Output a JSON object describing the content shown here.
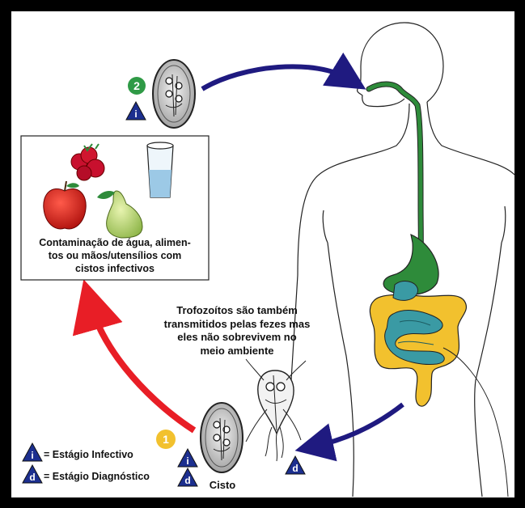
{
  "contamination_box": {
    "line1": "Contaminação de água, alimen-",
    "line2": "tos ou mãos/utensílios com",
    "line3": "cistos infectivos"
  },
  "trophozoite_note": {
    "line1": "Trofozoítos são também",
    "line2": "transmitidos pelas fezes mas",
    "line3": "eles não sobrevivem no",
    "line4": "meio ambiente"
  },
  "cyst_label": "Cisto",
  "steps": {
    "step1": "1",
    "step2": "2"
  },
  "badges": {
    "infective": "i",
    "diagnostic": "d"
  },
  "legend": {
    "infective": "= Estágio Infectivo",
    "diagnostic": "= Estágio Diagnóstico"
  },
  "colors": {
    "arrow_blue": "#1f1a80",
    "arrow_red": "#e81e26",
    "digestive_green": "#2e8b3a",
    "colon_yellow": "#f2c12e",
    "intestine_teal": "#3a9aa4",
    "step_green": "#2f9a46",
    "step_yellow": "#f2c12e",
    "badge_blue": "#1c2f8f"
  },
  "icons": [
    "raspberry-icon",
    "water-glass-icon",
    "apple-icon",
    "pear-icon",
    "giardia-cyst-icon",
    "giardia-trophozoite-icon",
    "human-body-icon"
  ]
}
